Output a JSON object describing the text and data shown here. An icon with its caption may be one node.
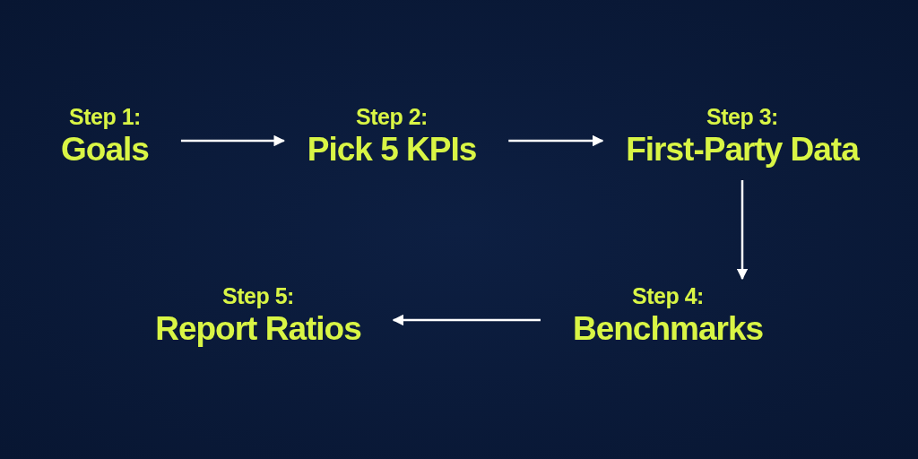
{
  "diagram": {
    "nodes": [
      {
        "text": [
          "Step 1:",
          "Goals"
        ]
      },
      {
        "text": [
          "Step 2:",
          "Pick 5 KPIs"
        ]
      },
      {
        "text": [
          "Step 3:",
          "First-Party Data"
        ]
      },
      {
        "text": [
          "Step 4:",
          "Benchmarks"
        ]
      },
      {
        "text": [
          "Step 5:",
          "Report Ratios"
        ]
      }
    ],
    "edges": [
      {
        "from": 0,
        "to": 1,
        "arrow": "to"
      },
      {
        "from": 1,
        "to": 2,
        "arrow": "to"
      },
      {
        "from": 2,
        "to": 3,
        "arrow": "to"
      },
      {
        "from": 3,
        "to": 4,
        "arrow": "to"
      }
    ]
  }
}
